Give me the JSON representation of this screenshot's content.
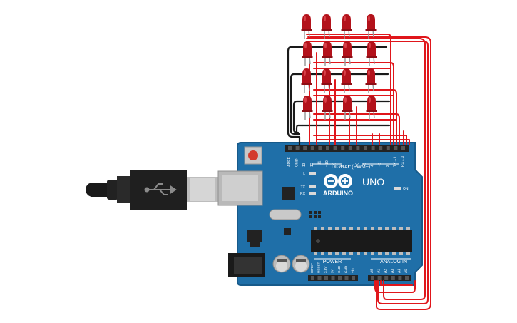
{
  "board": {
    "brand": "ARDUINO",
    "model": "UNO",
    "digital_header_label": "DIGITAL (PWM~)",
    "power_label": "POWER",
    "analog_label": "ANALOG IN",
    "led_label_l": "L",
    "led_label_tx": "TX",
    "led_label_rx": "RX",
    "led_label_on": "ON",
    "digital_pins": [
      "AREF",
      "GND",
      "13",
      "12",
      "~11",
      "~10",
      "~9",
      "8",
      "7",
      "~6",
      "~5",
      "4",
      "~3",
      "2",
      "TX→1",
      "RX←0"
    ],
    "power_pins": [
      "IOREF",
      "RESET",
      "3.3V",
      "5V",
      "GND",
      "GND",
      "Vin"
    ],
    "analog_pins": [
      "A0",
      "A1",
      "A2",
      "A3",
      "A4",
      "A5"
    ]
  },
  "leds": {
    "rows": 4,
    "cols": 4,
    "color": "#b3121b"
  },
  "colors": {
    "board": "#1f6fa8",
    "board_edge": "#175a8a",
    "wire_red": "#e0161b",
    "wire_black": "#1a1a1a",
    "header": "#222222"
  },
  "icons": {
    "usb_cable": "usb-cable-icon",
    "usb_symbol": "usb-symbol-icon",
    "infinity_logo": "arduino-logo-icon"
  }
}
